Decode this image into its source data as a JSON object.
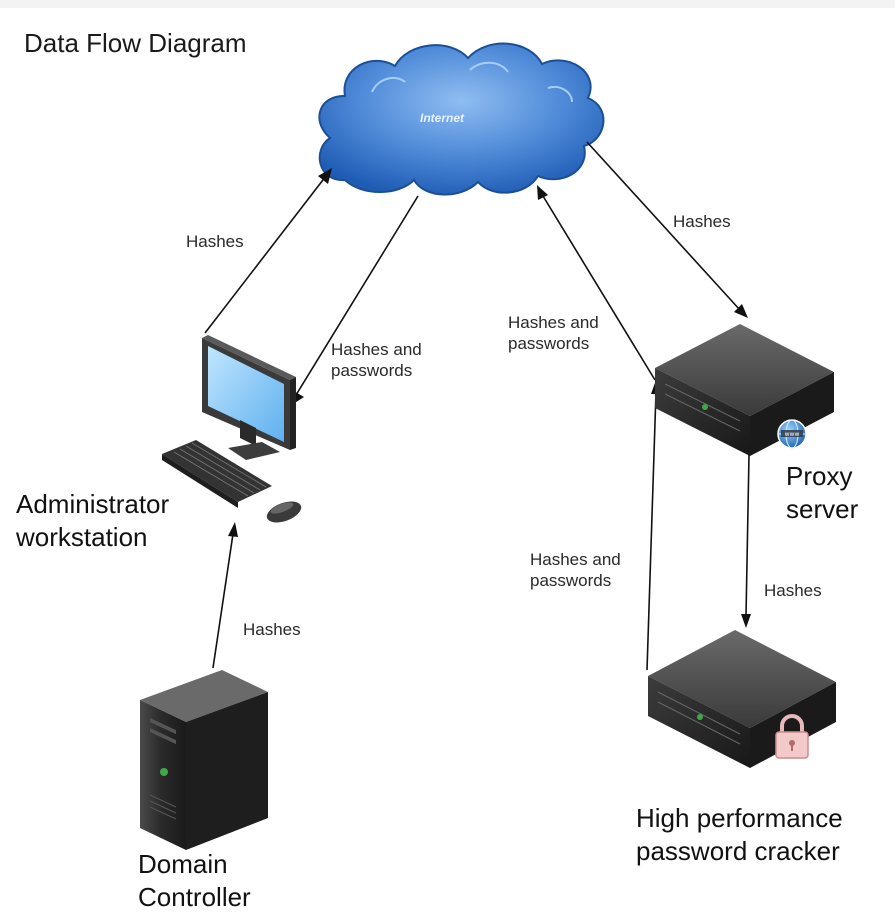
{
  "title": "Data Flow Diagram",
  "nodes": {
    "internet": "Internet",
    "workstation": "Administrator\nworkstation",
    "domain_controller": "Domain\nController",
    "proxy": "Proxy\nserver",
    "cracker": "High performance\npassword cracker"
  },
  "edges": {
    "ws_to_internet": "Hashes",
    "internet_to_ws": "Hashes and\npasswords",
    "internet_to_proxy": "Hashes",
    "proxy_to_internet": "Hashes and\npasswords",
    "cracker_to_proxy": "Hashes and\npasswords",
    "proxy_to_cracker": "Hashes",
    "dc_to_ws": "Hashes"
  },
  "colors": {
    "cloud_light": "#6fa2e4",
    "cloud_dark": "#1f64bb",
    "server_body": "#2b2b2b",
    "arrow": "#111111"
  },
  "icons": {
    "cloud": "cloud-icon",
    "workstation": "desktop-computer-icon",
    "domain_controller": "tower-server-icon",
    "proxy": "rack-server-globe-icon",
    "cracker": "rack-server-lock-icon"
  }
}
